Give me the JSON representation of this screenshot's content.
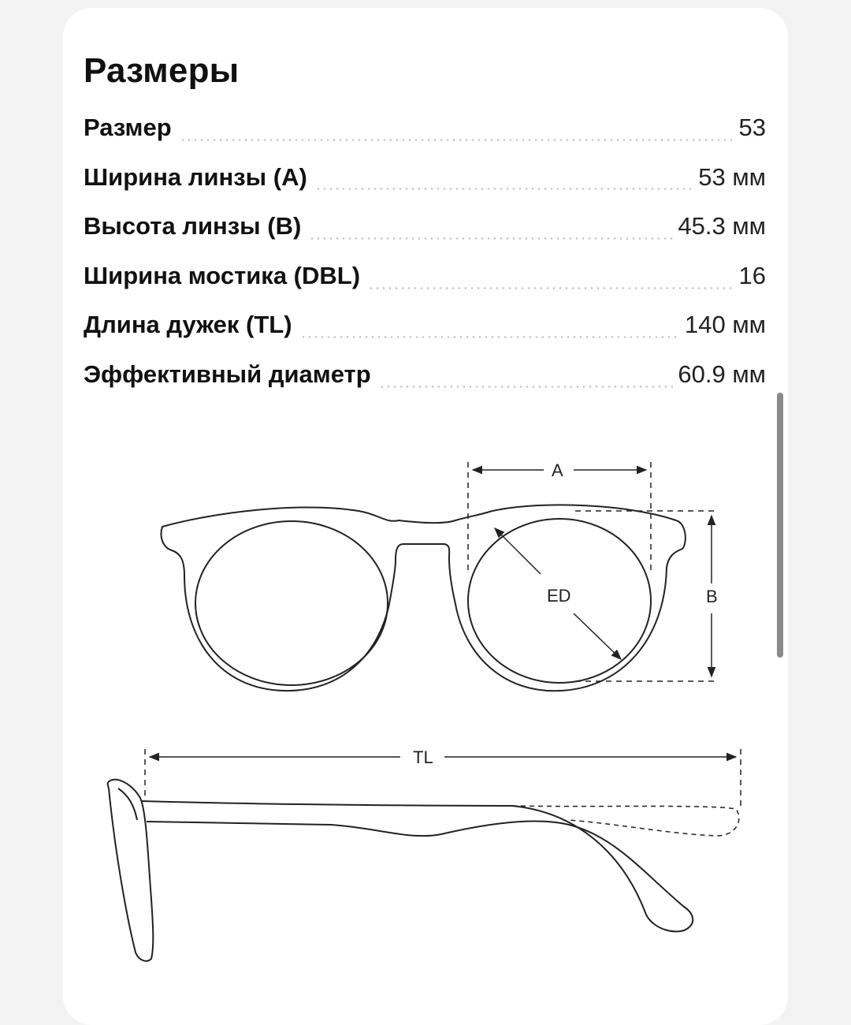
{
  "section": {
    "title": "Размеры"
  },
  "specs": [
    {
      "label": "Размер",
      "value": "53"
    },
    {
      "label": "Ширина линзы (A)",
      "value": "53 мм"
    },
    {
      "label": "Высота линзы (B)",
      "value": "45.3 мм"
    },
    {
      "label": "Ширина мостика (DBL)",
      "value": "16"
    },
    {
      "label": "Длина дужек (TL)",
      "value": "140 мм"
    },
    {
      "label": "Эффективный диаметр",
      "value": "60.9 мм"
    }
  ],
  "diagram": {
    "labels": {
      "a": "A",
      "b": "B",
      "ed": "ED",
      "tl": "TL"
    }
  }
}
